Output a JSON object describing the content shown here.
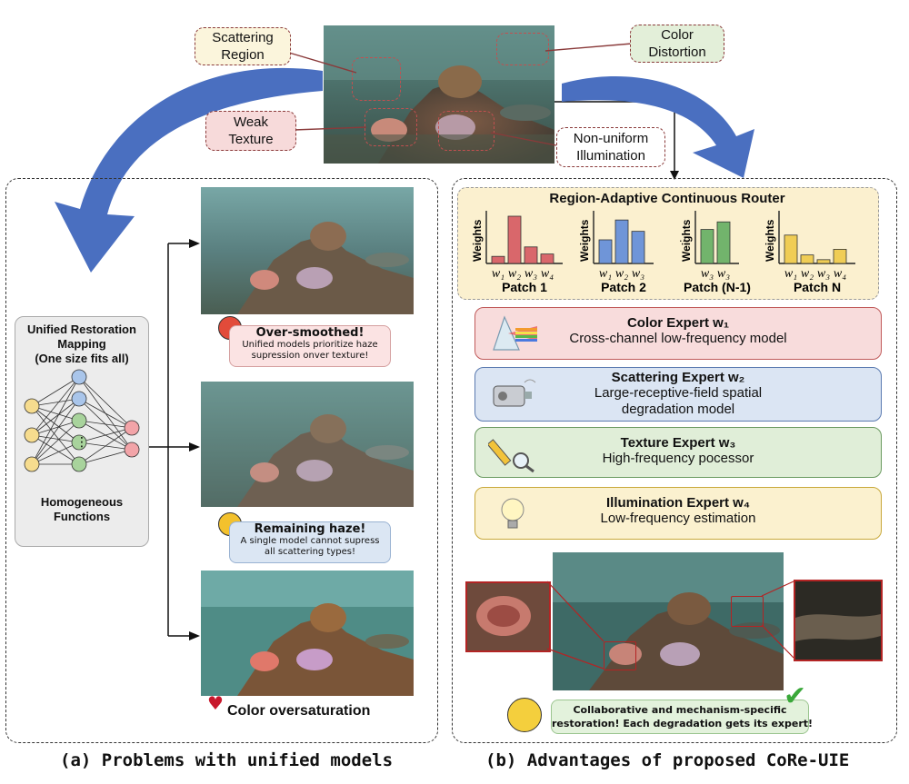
{
  "top": {
    "tags": {
      "scattering": "Scattering\nRegion",
      "color": "Color\nDistortion",
      "weak": "Weak\nTexture",
      "nonuniform": "Non-uniform\nIllumination"
    }
  },
  "left": {
    "network_title": "Unified Restoration\nMapping\n(One size fits all)",
    "network_caption": "Homogeneous\nFunctions",
    "bubble1": {
      "title": "Over-smoothed!",
      "text": "Unified models prioritize haze\nsupression onver texture!"
    },
    "bubble2": {
      "title": "Remaining haze!",
      "text": "A single model cannot supress\nall scattering types!"
    },
    "oversat": "Color oversaturation",
    "caption": "(a) Problems with unified models"
  },
  "right": {
    "router_title": "Region-Adaptive Continuous Router",
    "weights_label": "Weights",
    "dots": "...",
    "patches": [
      {
        "label": "Patch  1",
        "ticks": [
          "w₁",
          "w₂",
          "w₃",
          "w₄"
        ]
      },
      {
        "label": "Patch 2",
        "ticks": [
          "w₁",
          "w₂",
          "w₃"
        ]
      },
      {
        "label": "Patch (N-1)",
        "ticks": [
          "w₃",
          "w₃"
        ]
      },
      {
        "label": "Patch N",
        "ticks": [
          "w₁",
          "w₂",
          "w₃",
          "w₄"
        ]
      }
    ],
    "experts": [
      {
        "name": "Color Expert w₁",
        "desc": "Cross-channel low-frequency model",
        "bg": "#f8dcdc",
        "icon": "prism-icon"
      },
      {
        "name": "Scattering Expert w₂",
        "desc": "Large-receptive-field spatial\ndegradation model",
        "bg": "#dbe5f3",
        "icon": "fog-machine-icon"
      },
      {
        "name": "Texture Expert w₃",
        "desc": "High-frequency pocessor",
        "bg": "#e0eed8",
        "icon": "pencil-magnifier-icon"
      },
      {
        "name": "Illumination Expert w₄",
        "desc": "Low-frequency estimation",
        "bg": "#fbf1cf",
        "icon": "lightbulb-icon"
      }
    ],
    "final_bubble": "Collaborative and mechanism-specific\nrestoration! Each degradation gets its expert!",
    "caption": "(b) Advantages of proposed CoRe-UIE"
  },
  "colors": {
    "arrow_blue": "#4a6fc0",
    "bar_red": "#d9676b",
    "bar_blue": "#6f95d8",
    "bar_green": "#72b46c",
    "bar_yellow": "#f0cd55"
  },
  "chart_data": [
    {
      "type": "bar",
      "title": "",
      "xlabel": "Patch  1",
      "ylabel": "Weights",
      "categories": [
        "w1",
        "w2",
        "w3",
        "w4"
      ],
      "values": [
        0.15,
        1.0,
        0.35,
        0.2
      ]
    },
    {
      "type": "bar",
      "title": "",
      "xlabel": "Patch 2",
      "ylabel": "Weights",
      "categories": [
        "w1",
        "w2",
        "w3"
      ],
      "values": [
        0.5,
        0.92,
        0.68
      ]
    },
    {
      "type": "bar",
      "title": "",
      "xlabel": "Patch (N-1)",
      "ylabel": "Weights",
      "categories": [
        "w3",
        "w3"
      ],
      "values": [
        0.72,
        0.88
      ]
    },
    {
      "type": "bar",
      "title": "",
      "xlabel": "Patch N",
      "ylabel": "Weights",
      "categories": [
        "w1",
        "w2",
        "w3",
        "w4"
      ],
      "values": [
        0.6,
        0.18,
        0.08,
        0.3
      ]
    }
  ]
}
